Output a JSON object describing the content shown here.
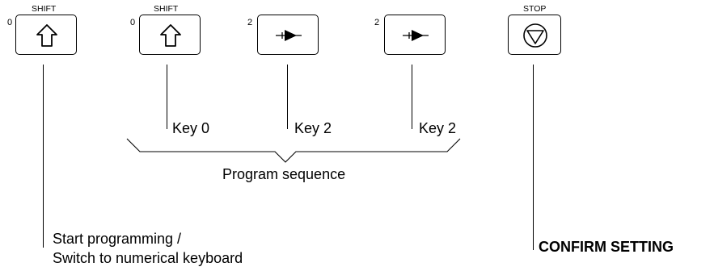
{
  "keys": [
    {
      "caption": "SHIFT",
      "number": "0",
      "icon": "shift-up-arrow-icon"
    },
    {
      "caption": "SHIFT",
      "number": "0",
      "icon": "shift-up-arrow-icon"
    },
    {
      "caption": "",
      "number": "2",
      "icon": "play-forward-icon"
    },
    {
      "caption": "",
      "number": "2",
      "icon": "play-forward-icon"
    },
    {
      "caption": "STOP",
      "number": "",
      "icon": "stop-circle-triangle-icon"
    }
  ],
  "labels": {
    "key_0": "Key 0",
    "key_2a": "Key 2",
    "key_2b": "Key 2",
    "sequence": "Program sequence",
    "start_line1": "Start programming /",
    "start_line2": "Switch to numerical keyboard",
    "confirm": "CONFIRM SETTING"
  }
}
